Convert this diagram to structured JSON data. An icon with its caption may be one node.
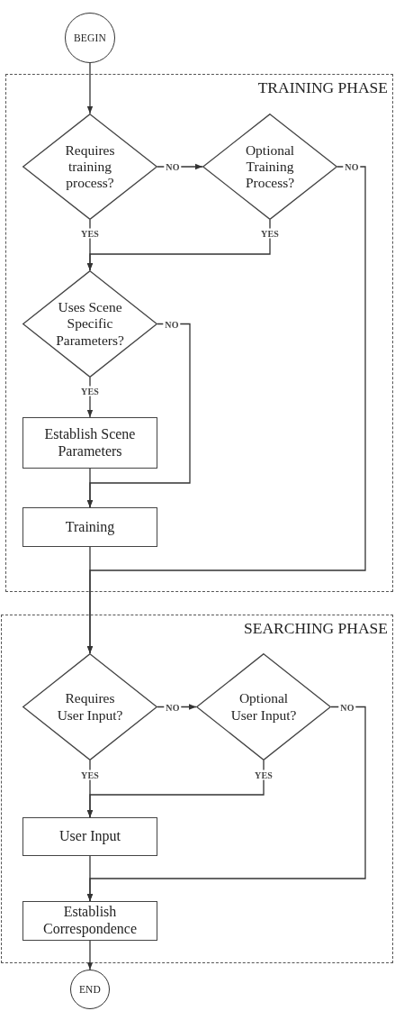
{
  "diagram": {
    "nodes": [
      {
        "text": [
          "BEGIN"
        ]
      },
      {
        "text": [
          "TRAINING PHASE"
        ]
      },
      {
        "text": [
          "Requires training process?"
        ],
        "in": 1
      },
      {
        "text": [
          "Optional Training Process?"
        ],
        "in": 1
      },
      {
        "text": [
          "Uses Scene Specific Parameters?"
        ],
        "in": 1
      },
      {
        "text": [
          "Establish Scene Parameters"
        ],
        "in": 1
      },
      {
        "text": [
          "Training"
        ],
        "in": 1
      },
      {
        "text": [
          "SEARCHING PHASE"
        ]
      },
      {
        "text": [
          "Requires User Input?"
        ],
        "in": 7
      },
      {
        "text": [
          "Optional User Input?"
        ],
        "in": 7
      },
      {
        "text": [
          "User Input"
        ],
        "in": 7
      },
      {
        "text": [
          "Establish Correspondence"
        ],
        "in": 7
      },
      {
        "text": [
          "END"
        ]
      }
    ],
    "edges": [
      {
        "from": 0,
        "to": 2,
        "arrow": "to"
      },
      {
        "from": 2,
        "to": 3,
        "arrow": "to",
        "label": "NO"
      },
      {
        "from": 2,
        "to": 4,
        "arrow": "to",
        "label": "YES"
      },
      {
        "from": 3,
        "to": 4,
        "arrow": "to",
        "label": "YES"
      },
      {
        "from": 3,
        "to": 8,
        "arrow": "to",
        "label": "NO"
      },
      {
        "from": 4,
        "to": 5,
        "arrow": "to",
        "label": "YES"
      },
      {
        "from": 4,
        "to": 6,
        "arrow": "to",
        "label": "NO"
      },
      {
        "from": 5,
        "to": 6,
        "arrow": "to"
      },
      {
        "from": 6,
        "to": 8,
        "arrow": "to"
      },
      {
        "from": 8,
        "to": 9,
        "arrow": "to",
        "label": "NO"
      },
      {
        "from": 8,
        "to": 10,
        "arrow": "to",
        "label": "YES"
      },
      {
        "from": 9,
        "to": 10,
        "arrow": "to",
        "label": "YES"
      },
      {
        "from": 9,
        "to": 11,
        "arrow": "to",
        "label": "NO"
      },
      {
        "from": 10,
        "to": 11,
        "arrow": "to"
      },
      {
        "from": 11,
        "to": 12,
        "arrow": "to"
      }
    ]
  }
}
